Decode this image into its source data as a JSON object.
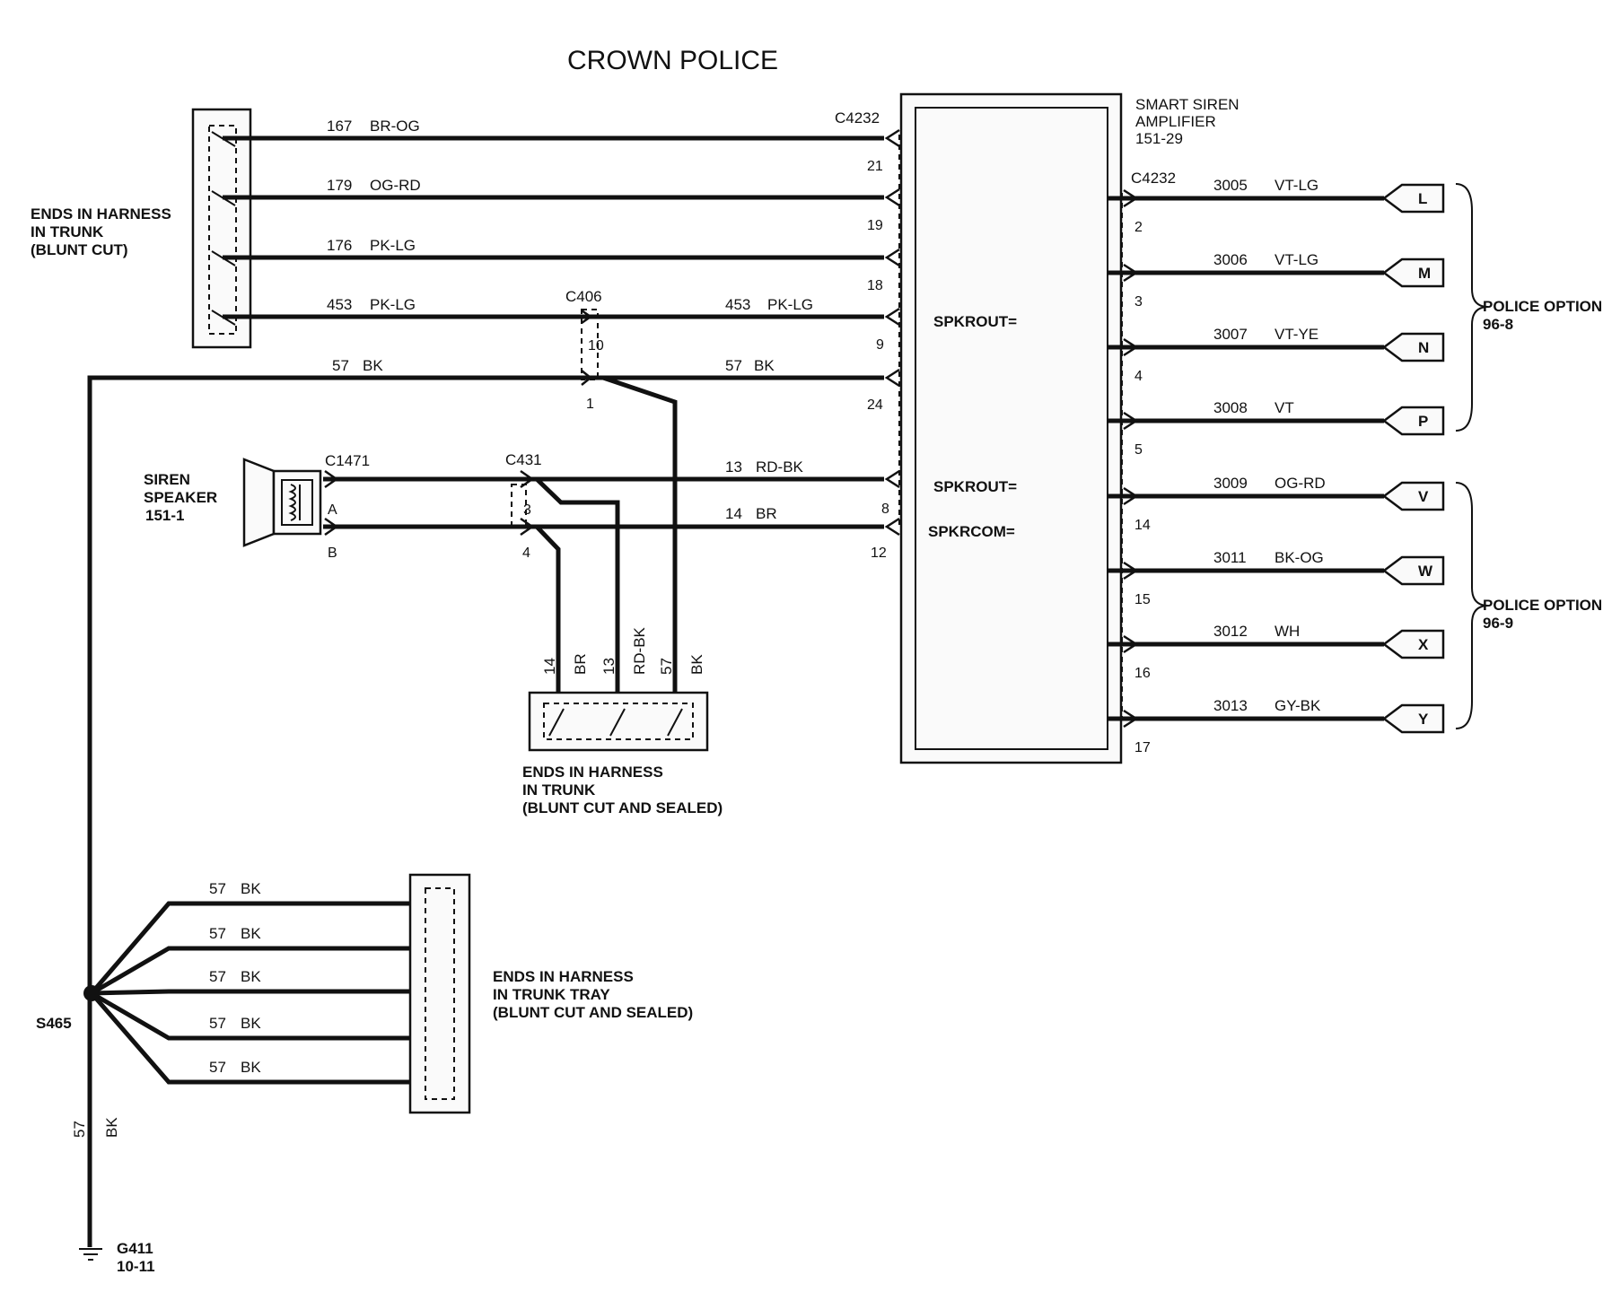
{
  "title": "CROWN POLICE",
  "amplifier": {
    "name_line1": "SMART  SIREN",
    "name_line2": "AMPLIFIER",
    "ref": "151-29",
    "connector_left": "C4232",
    "connector_right": "C4232",
    "spkrout_1": "SPKROUT=",
    "spkrout_2": "SPKROUT=",
    "spkrcom": "SPKRCOM="
  },
  "trunk_harness_top": {
    "line1": "ENDS IN HARNESS",
    "line2": "IN TRUNK",
    "line3": "(BLUNT CUT)"
  },
  "left_wires": [
    {
      "circuit": "167",
      "color": "BR-OG",
      "pin": "21"
    },
    {
      "circuit": "179",
      "color": "OG-RD",
      "pin": "19"
    },
    {
      "circuit": "176",
      "color": "PK-LG",
      "pin": "18"
    },
    {
      "circuit": "453",
      "color": "PK-LG",
      "pin": "9"
    }
  ],
  "c406": {
    "name": "C406",
    "pin_top": "10",
    "pin_bottom": "1",
    "right_circuit": "453",
    "right_color": "PK-LG"
  },
  "ground_wire": {
    "circuit_left": "57",
    "color_left": "BK",
    "circuit_right": "57",
    "color_right": "BK",
    "amp_pin": "24"
  },
  "siren_speaker": {
    "line1": "SIREN",
    "line2": "SPEAKER",
    "ref": "151-1",
    "connector": "C1471",
    "pin_a": "A",
    "pin_b": "B"
  },
  "c431": {
    "name": "C431",
    "pin_3": "3",
    "pin_4": "4"
  },
  "speaker_wires": [
    {
      "circuit": "13",
      "color": "RD-BK",
      "pin": "8"
    },
    {
      "circuit": "14",
      "color": "BR",
      "pin": "12"
    }
  ],
  "sealed_harness": {
    "wires": [
      {
        "circuit": "14",
        "color": "BR"
      },
      {
        "circuit": "13",
        "color": "RD-BK"
      },
      {
        "circuit": "57",
        "color": "BK"
      }
    ],
    "line1": "ENDS IN HARNESS",
    "line2": "IN TRUNK",
    "line3": "(BLUNT CUT AND SEALED)"
  },
  "right_wires": [
    {
      "pin": "2",
      "circuit": "3005",
      "color": "VT-LG",
      "terminal": "L"
    },
    {
      "pin": "3",
      "circuit": "3006",
      "color": "VT-LG",
      "terminal": "M"
    },
    {
      "pin": "4",
      "circuit": "3007",
      "color": "VT-YE",
      "terminal": "N"
    },
    {
      "pin": "5",
      "circuit": "3008",
      "color": "VT",
      "terminal": "P"
    },
    {
      "pin": "14",
      "circuit": "3009",
      "color": "OG-RD",
      "terminal": "V"
    },
    {
      "pin": "15",
      "circuit": "3011",
      "color": "BK-OG",
      "terminal": "W"
    },
    {
      "pin": "16",
      "circuit": "3012",
      "color": "WH",
      "terminal": "X"
    },
    {
      "pin": "17",
      "circuit": "3013",
      "color": "GY-BK",
      "terminal": "Y"
    }
  ],
  "police_option_1": {
    "line1": "POLICE OPTION",
    "line2": "96-8"
  },
  "police_option_2": {
    "line1": "POLICE OPTION",
    "line2": "96-9"
  },
  "tray_wires": [
    {
      "circuit": "57",
      "color": "BK"
    },
    {
      "circuit": "57",
      "color": "BK"
    },
    {
      "circuit": "57",
      "color": "BK"
    },
    {
      "circuit": "57",
      "color": "BK"
    },
    {
      "circuit": "57",
      "color": "BK"
    }
  ],
  "tray_harness": {
    "line1": "ENDS IN HARNESS",
    "line2": "IN TRUNK TRAY",
    "line3": "(BLUNT CUT AND SEALED)"
  },
  "splice": {
    "name": "S465"
  },
  "ground_drop": {
    "circuit": "57",
    "color": "BK"
  },
  "ground": {
    "name": "G411",
    "ref": "10-11"
  }
}
